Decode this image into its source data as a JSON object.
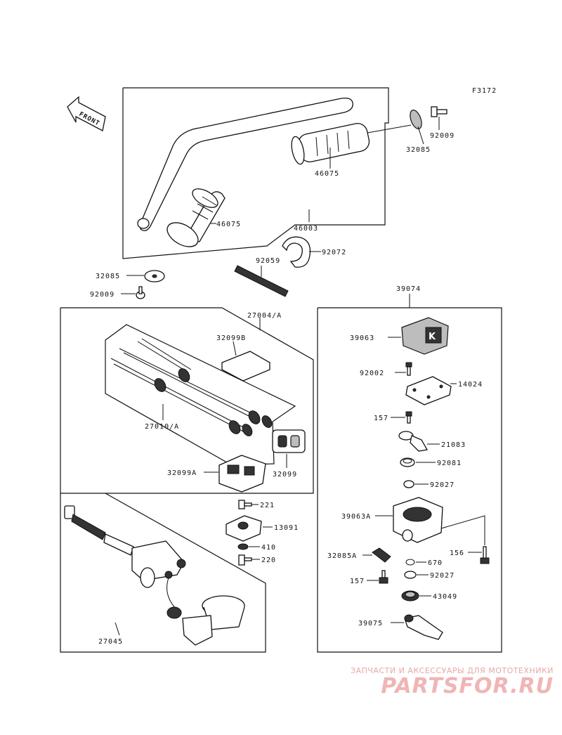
{
  "diagram": {
    "figure_code": "F3172",
    "front_label": "FRONT",
    "labels": {
      "p92009_top": "92009",
      "p32085_top": "32085",
      "p46075_right": "46075",
      "p46075_left": "46075",
      "p46003": "46003",
      "p92072": "92072",
      "p92059": "92059",
      "p32085_left": "32085",
      "p92009_left": "92009",
      "p27004A": "27004/A",
      "p32099B": "32099B",
      "p27010A": "27010/A",
      "p32099": "32099",
      "p32099A": "32099A",
      "p221": "221",
      "p13091": "13091",
      "p410": "410",
      "p220": "220",
      "p27045": "27045",
      "p39074": "39074",
      "p39063": "39063",
      "p92002": "92002",
      "p14024": "14024",
      "p157_top": "157",
      "p21083": "21083",
      "p92081": "92081",
      "p92027_top": "92027",
      "p39063A": "39063A",
      "p156": "156",
      "p32085A": "32085A",
      "p670": "670",
      "p157_bottom": "157",
      "p92027_bottom": "92027",
      "p43049": "43049",
      "p39075": "39075"
    }
  },
  "watermark": {
    "line1": "ЗАПЧАСТИ И АКСЕССУАРЫ ДЛЯ МОТОТЕХНИКИ",
    "line2": "PARTSFOR.RU"
  },
  "colors": {
    "ink": "#111111",
    "watermark": "#f0b5b5"
  }
}
